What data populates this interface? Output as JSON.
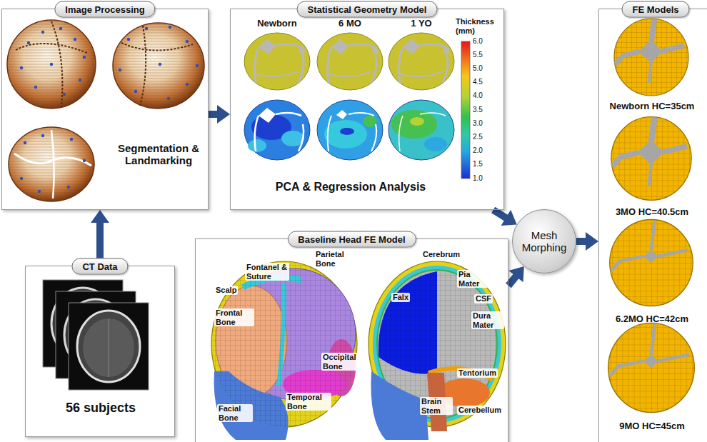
{
  "diagram": {
    "nodes": [
      {
        "text": [
          "Image Processing",
          "Segmentation & Landmarking"
        ]
      },
      {
        "text": [
          "Statistical Geometry Model",
          "PCA & Regression Analysis"
        ]
      },
      {
        "text": [
          "CT Data",
          "56 subjects"
        ]
      },
      {
        "text": [
          "Baseline Head FE Model"
        ]
      },
      {
        "text": [
          "Mesh Morphing"
        ]
      },
      {
        "text": [
          "FE Models"
        ]
      }
    ],
    "edges": [
      {
        "from": 2,
        "to": 0,
        "arrow": "to"
      },
      {
        "from": 0,
        "to": 1,
        "arrow": "to"
      },
      {
        "from": 1,
        "to": 4,
        "arrow": "to"
      },
      {
        "from": 3,
        "to": 4,
        "arrow": "to"
      },
      {
        "from": 4,
        "to": 5,
        "arrow": "to"
      }
    ],
    "labels": [
      "Newborn",
      "6 MO",
      "1 YO",
      "Thickness (mm)",
      "6.0",
      "5.5",
      "5.0",
      "4.5",
      "4.0",
      "3.5",
      "3.0",
      "2.5",
      "2.0",
      "1.5",
      "1.0",
      "Parietal Bone",
      "Fontanel & Suture",
      "Scalp",
      "Frontal Bone",
      "Temporal Bone",
      "Occipital Bone",
      "Facial Bone",
      "Cerebrum",
      "Pia Mater",
      "Falx",
      "CSF",
      "Dura Mater",
      "Tentorium",
      "Brain Stem",
      "Cerebellum",
      "Newborn HC=35cm",
      "3MO HC=40.5cm",
      "6.2MO HC=42cm",
      "9MO HC=45cm"
    ]
  }
}
